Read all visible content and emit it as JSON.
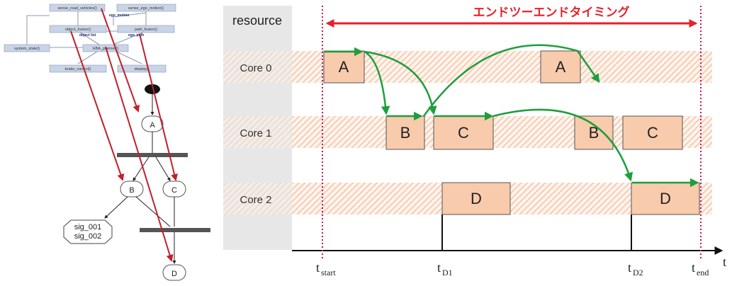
{
  "left_block": {
    "functions": [
      "sense_road_vehicles()",
      "sense_ego_motion()",
      "object_fusion()",
      "path_fusion()",
      "system_state()",
      "EBA_planner()",
      "brake_control()",
      "display()"
    ],
    "tags": [
      "ego_motion",
      "object list",
      "ego_path"
    ],
    "nodes": [
      "A",
      "B",
      "C",
      "D"
    ],
    "signals": [
      "sig_001",
      "sig_002"
    ]
  },
  "timeline": {
    "resource_label": "resource",
    "title": "エンドツーエンドタイミング",
    "cores": [
      "Core 0",
      "Core 1",
      "Core 2"
    ],
    "tasks": [
      {
        "label": "A"
      },
      {
        "label": "A"
      },
      {
        "label": "B"
      },
      {
        "label": "C"
      },
      {
        "label": "B"
      },
      {
        "label": "C"
      },
      {
        "label": "D"
      },
      {
        "label": "D"
      }
    ],
    "axis": {
      "t_label": "t",
      "ticks": [
        {
          "main": "t",
          "sub": "start"
        },
        {
          "main": "t",
          "sub": "D1"
        },
        {
          "main": "t",
          "sub": "D2"
        },
        {
          "main": "t",
          "sub": "end"
        }
      ]
    },
    "colors": {
      "task_fill": "#f8cbad",
      "hatch": "#f2c4a6",
      "flow": "#1f9e3c",
      "mapping": "#c0202a",
      "span": "#e8202a"
    }
  }
}
